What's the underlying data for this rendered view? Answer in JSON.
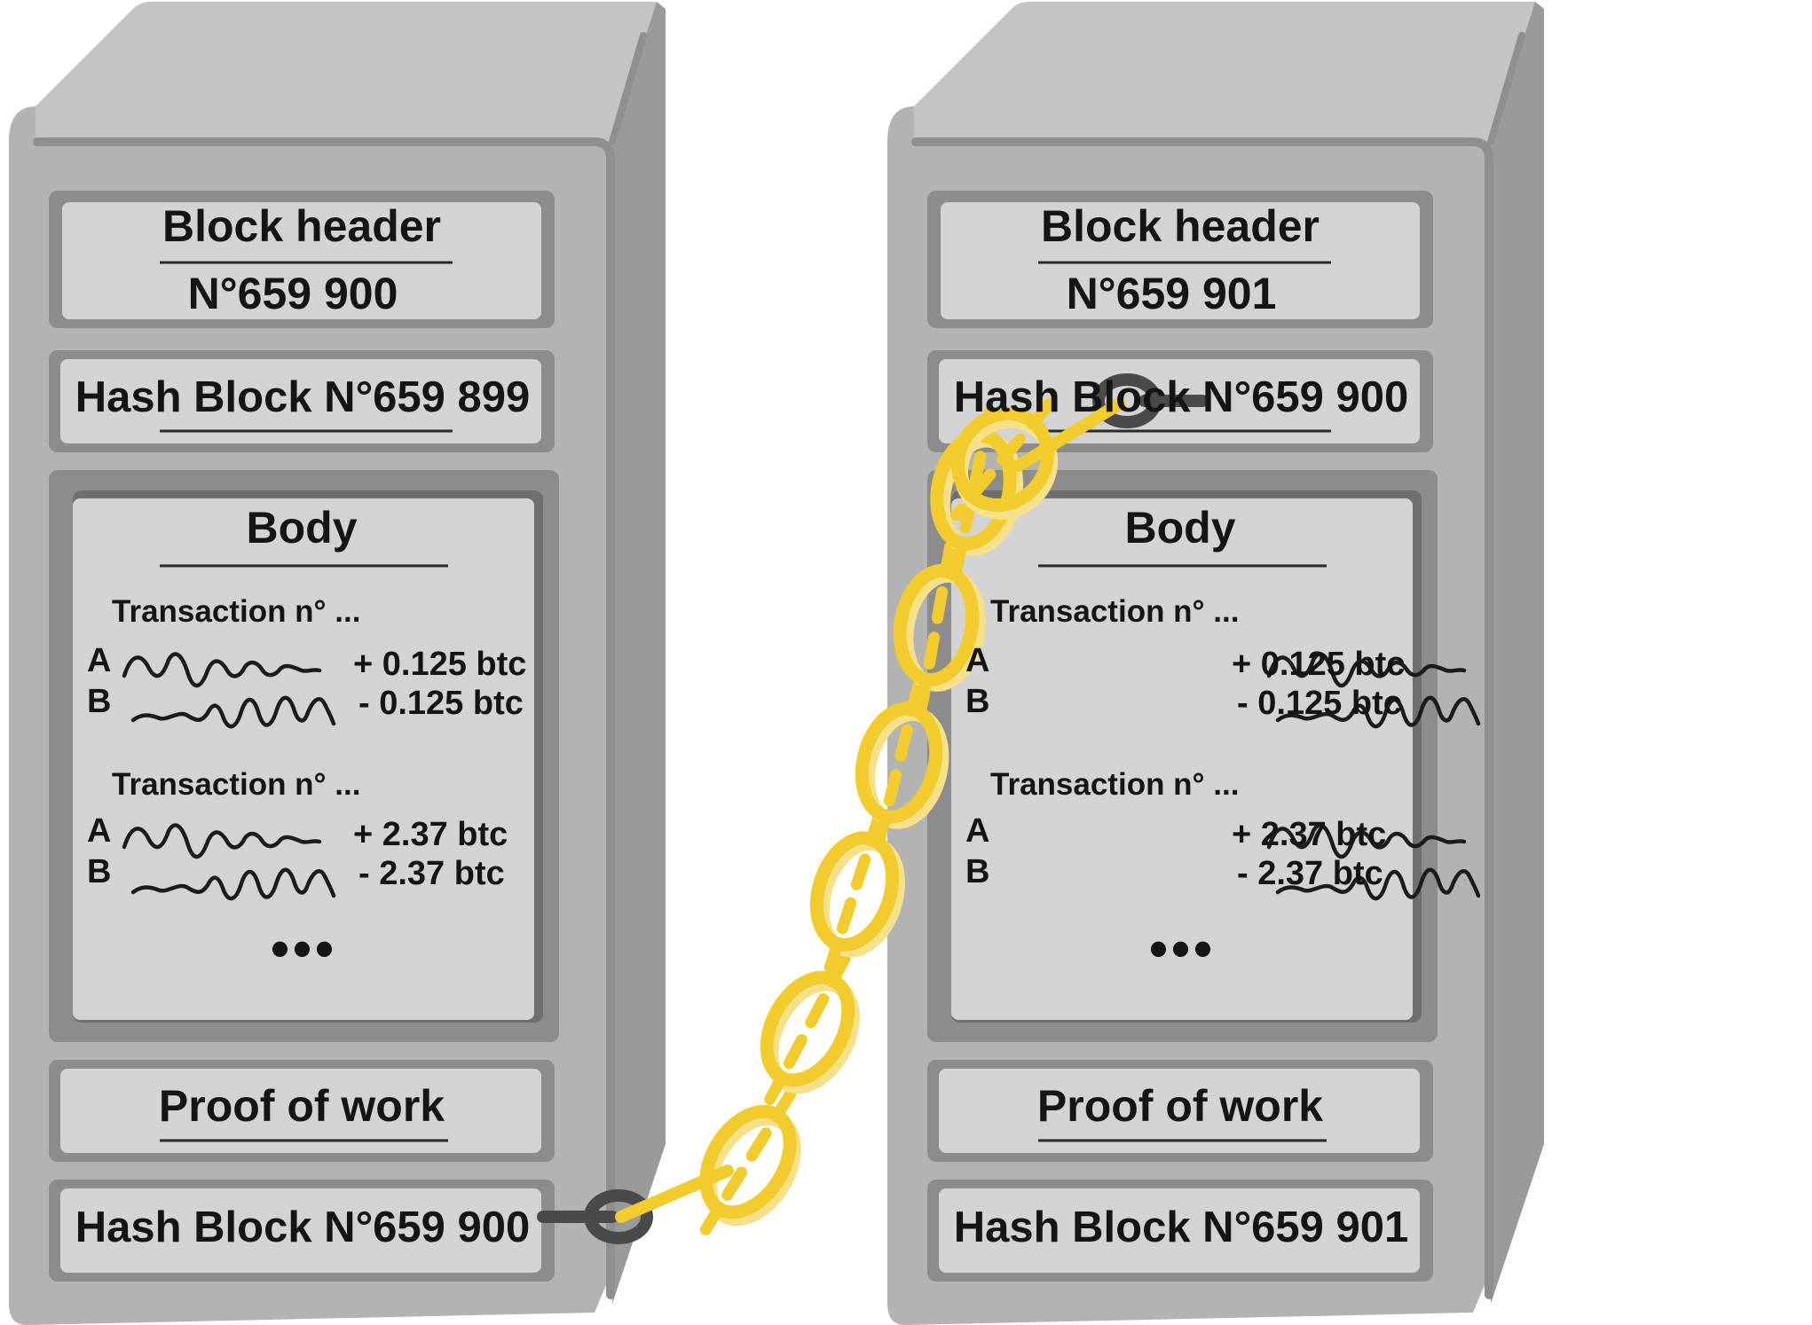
{
  "blocks": [
    {
      "header_title": "Block header",
      "number": "N°659 900",
      "prev_hash": "Hash Block N°659 899",
      "body_title": "Body",
      "transactions": [
        {
          "title": "Transaction n° ...",
          "a_label": "A",
          "a_amount": "+ 0.125 btc",
          "b_label": "B",
          "b_amount": "- 0.125 btc"
        },
        {
          "title": "Transaction n° ...",
          "a_label": "A",
          "a_amount": "+ 2.37 btc",
          "b_label": "B",
          "b_amount": "- 2.37 btc"
        }
      ],
      "ellipsis": "•••",
      "proof_of_work": "Proof of work",
      "own_hash": "Hash Block N°659 900"
    },
    {
      "header_title": "Block header",
      "number": "N°659 901",
      "prev_hash": "Hash Block N°659 900",
      "body_title": "Body",
      "transactions": [
        {
          "title": "Transaction n° ...",
          "a_label": "A",
          "a_amount": "+ 0.125 btc",
          "b_label": "B",
          "b_amount": "- 0.125 btc"
        },
        {
          "title": "Transaction n° ...",
          "a_label": "A",
          "a_amount": "+ 2.37 btc",
          "b_label": "B",
          "b_amount": "- 2.37 btc"
        }
      ],
      "ellipsis": "•••",
      "proof_of_work": "Proof of work",
      "own_hash": "Hash Block N°659 901"
    }
  ],
  "colors": {
    "block_body": "#b3b3b3",
    "block_side": "#9a9a9a",
    "block_top": "#c4c4c4",
    "panel_frame": "#8c8c8c",
    "panel_fill": "#d3d3d3",
    "chain": "#f2cc2c",
    "chain_shadow": "#f6e08a",
    "clasp": "#4a4a4a"
  },
  "icons": [
    "chain-link-icon",
    "signature-scribble-icon"
  ]
}
